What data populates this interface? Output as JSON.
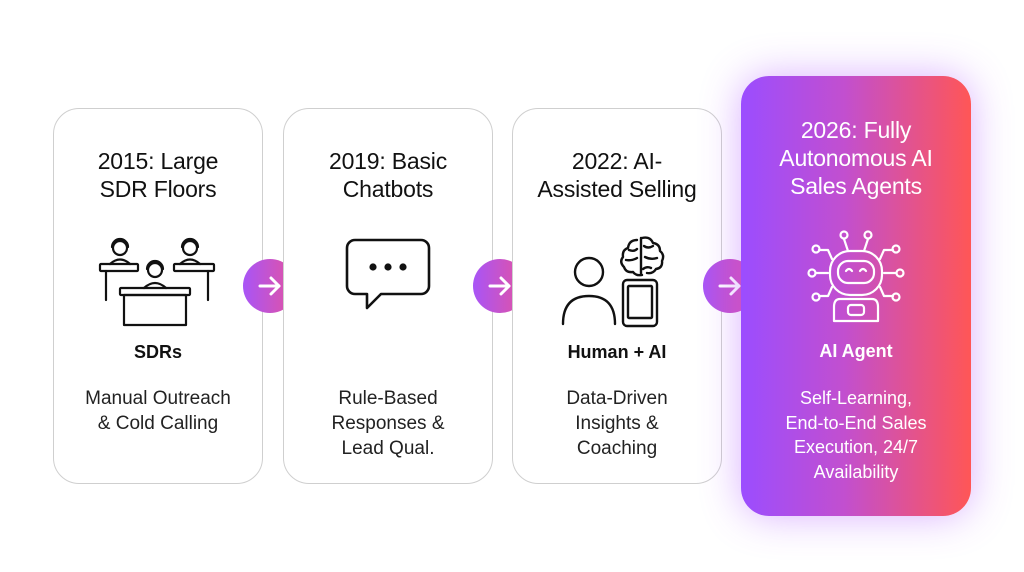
{
  "stages": [
    {
      "title_line1": "2015: Large",
      "title_line2": "SDR Floors",
      "icon": "sdr-team-icon",
      "label": "SDRs",
      "desc_line1": "Manual Outreach",
      "desc_line2": "& Cold Calling"
    },
    {
      "title_line1": "2019: Basic",
      "title_line2": "Chatbots",
      "icon": "chat-bubble-icon",
      "label": "",
      "desc_line1": "Rule-Based",
      "desc_line2": "Responses &",
      "desc_line3": "Lead Qual."
    },
    {
      "title_line1": "2022: AI-",
      "title_line2": "Assisted Selling",
      "icon": "human-ai-icon",
      "label": "Human + AI",
      "desc_line1": "Data-Driven",
      "desc_line2": "Insights &",
      "desc_line3": "Coaching"
    },
    {
      "title_line1": "2026: Fully",
      "title_line2": "Autonomous AI",
      "title_line3": "Sales Agents",
      "icon": "ai-robot-icon",
      "label": "AI Agent",
      "desc_line1": "Self-Learning,",
      "desc_line2": "End-to-End Sales",
      "desc_line3": "Execution, 24/7",
      "desc_line4": "Availability"
    }
  ],
  "colors": {
    "gradient_start": "#9b4dff",
    "gradient_end": "#ff5656",
    "arrow_start": "#a855f7",
    "arrow_end": "#e5529f",
    "card_border": "#cfcfcf",
    "text": "#111111"
  }
}
